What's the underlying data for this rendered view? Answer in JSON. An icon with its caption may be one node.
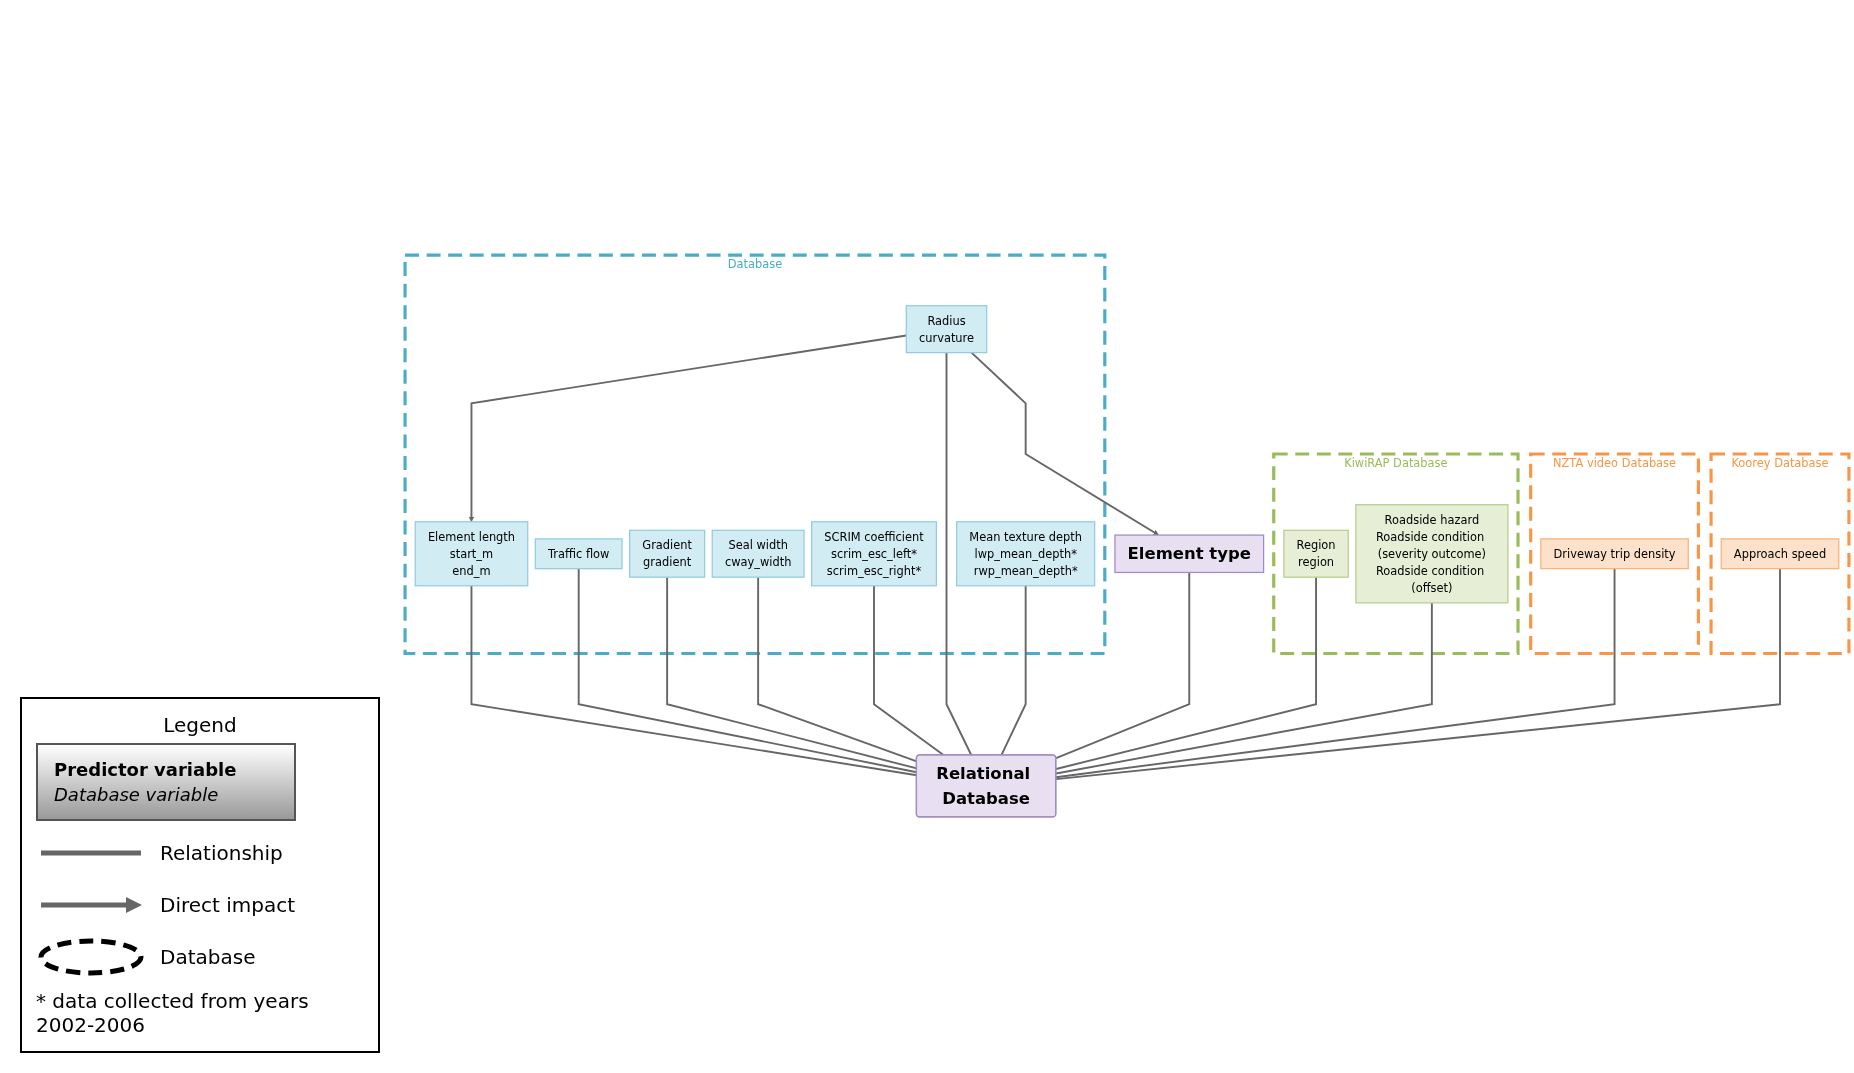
{
  "diagram": {
    "nodes": [
      {
        "text": [
          "Database"
        ]
      },
      {
        "text": [
          "Element length",
          "start_m",
          "end_m"
        ],
        "in": 0
      },
      {
        "text": [
          "Traffic flow"
        ],
        "in": 0
      },
      {
        "text": [
          "Gradient",
          "gradient"
        ],
        "in": 0
      },
      {
        "text": [
          "Seal width",
          "cway_width"
        ],
        "in": 0
      },
      {
        "text": [
          "SCRIM coefficient",
          "scrim_esc_left*",
          "scrim_esc_right*"
        ],
        "in": 0
      },
      {
        "text": [
          "Radius",
          "curvature"
        ],
        "in": 0
      },
      {
        "text": [
          "Mean texture depth",
          "lwp_mean_depth*",
          "rwp_mean_depth*"
        ],
        "in": 0
      },
      {
        "text": [
          "Relational Database"
        ]
      },
      {
        "text": [
          "Element type"
        ]
      },
      {
        "text": [
          "KiwiRAP Database"
        ]
      },
      {
        "text": [
          "Region",
          "region"
        ],
        "in": 10
      },
      {
        "text": [
          "Roadside hazard",
          "Roadside condition (severity outcome)",
          "Roadside condition (offset)"
        ],
        "in": 10
      },
      {
        "text": [
          "NZTA video Database"
        ]
      },
      {
        "text": [
          "Driveway trip density"
        ],
        "in": 13
      },
      {
        "text": [
          "Koorey Database"
        ]
      },
      {
        "text": [
          "Approach speed"
        ],
        "in": 15
      }
    ],
    "edges": [
      {
        "from": 6,
        "to": 1,
        "arrow": "to"
      },
      {
        "from": 6,
        "to": 9,
        "arrow": "to"
      },
      {
        "from": 1,
        "to": 8,
        "arrow": "none"
      },
      {
        "from": 2,
        "to": 8,
        "arrow": "none"
      },
      {
        "from": 3,
        "to": 8,
        "arrow": "none"
      },
      {
        "from": 4,
        "to": 8,
        "arrow": "none"
      },
      {
        "from": 5,
        "to": 8,
        "arrow": "none"
      },
      {
        "from": 6,
        "to": 8,
        "arrow": "none"
      },
      {
        "from": 7,
        "to": 8,
        "arrow": "none"
      },
      {
        "from": 9,
        "to": 8,
        "arrow": "none"
      },
      {
        "from": 11,
        "to": 8,
        "arrow": "none"
      },
      {
        "from": 12,
        "to": 8,
        "arrow": "none"
      },
      {
        "from": 14,
        "to": 8,
        "arrow": "none"
      },
      {
        "from": 16,
        "to": 8,
        "arrow": "none"
      }
    ],
    "labels": [
      "Legend",
      "Predictor variable",
      "Database variable",
      "* data collected from years 2002-2006"
    ],
    "legend": [
      {
        "text": "Relationship"
      },
      {
        "text": "Direct impact"
      },
      {
        "text": "Database"
      }
    ]
  }
}
